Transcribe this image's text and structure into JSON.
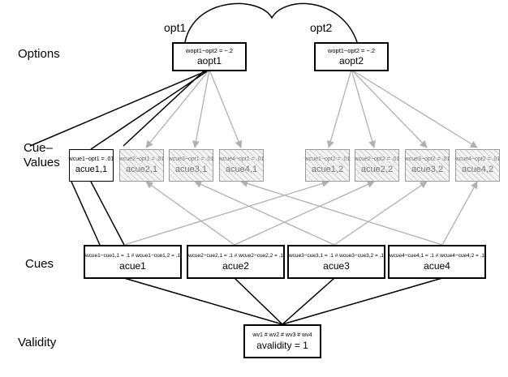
{
  "row_labels": {
    "options": "Options",
    "cue_values_1": "Cue–",
    "cue_values_2": "Values",
    "cues": "Cues",
    "validity": "Validity"
  },
  "option_labels": [
    "opt1",
    "opt2"
  ],
  "options": [
    {
      "weight": "wopt1−opt2 = −.2",
      "activation": "aopt1"
    },
    {
      "weight": "wopt1−opt2 = −.2",
      "activation": "aopt2"
    }
  ],
  "cue_values": [
    {
      "weight": "wcue1−opt1 = .01",
      "activation": "acue1,1",
      "faded": false
    },
    {
      "weight": "wcue2−opt1 = .01",
      "activation": "acue2,1",
      "faded": true
    },
    {
      "weight": "wcue3−opt1 = .01",
      "activation": "acue3,1",
      "faded": true
    },
    {
      "weight": "wcue4−opt1 = .01",
      "activation": "acue4,1",
      "faded": true
    },
    {
      "weight": "wcue1−opt2 = .01",
      "activation": "acue1,2",
      "faded": true
    },
    {
      "weight": "wcue2−opt2 = .01",
      "activation": "acue2,2",
      "faded": true
    },
    {
      "weight": "wcue3−opt2 = .01",
      "activation": "acue3,2",
      "faded": true
    },
    {
      "weight": "wcue4−opt2 = .01",
      "activation": "acue4,2",
      "faded": true
    }
  ],
  "cues": [
    {
      "weight": "wcue1−cue1,1 = .1 # wcue1−cue1,2 = .1",
      "activation": "acue1"
    },
    {
      "weight": "wcue2−cue2,1 = .1 # wcue2−cue2,2 = .1",
      "activation": "acue2"
    },
    {
      "weight": "wcue3−cue3,1 = .1 # wcue3−cue3,2 = .1",
      "activation": "acue3"
    },
    {
      "weight": "wcue4−cue4,1 = .1 # wcue4−cue4,2 = .1",
      "activation": "acue4"
    }
  ],
  "validity": {
    "weight": "wv1 # wv2 # wv3 # wv4",
    "activation": "avalidity = 1"
  },
  "colors": {
    "line": "#000000",
    "faded_line": "#b0b0b0",
    "faded_text": "#777777"
  }
}
